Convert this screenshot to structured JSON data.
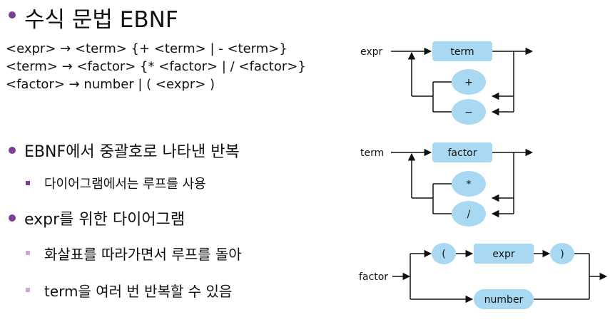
{
  "title": "수식 문법 EBNF",
  "grammar": [
    "<expr> → <term> {+ <term> | - <term>}",
    "<term> → <factor> {* <factor> | / <factor>}",
    "<factor> → number | ( <expr> )"
  ],
  "bullets": [
    {
      "text": "EBNF에서 중괄호로 나타낸 반복",
      "sub": [
        "다이어그램에서는 루프를 사용"
      ]
    },
    {
      "text": "expr를 위한 다이어그램",
      "sub": [
        "화살표를 따라가면서 루프를 돌아",
        "term을 여러 번 반복할 수 있음"
      ]
    }
  ],
  "diagrams": {
    "expr": {
      "label": "expr",
      "box": "term",
      "loop": [
        "+",
        "−"
      ]
    },
    "term": {
      "label": "term",
      "box": "factor",
      "loop": [
        "*",
        "/"
      ]
    },
    "factor": {
      "label": "factor",
      "path1": [
        "(",
        "expr",
        ")"
      ],
      "path2": "number"
    }
  },
  "colors": {
    "bullet": "#7b3f97",
    "bullet_light": "#c9a9d8",
    "node_fill": "#a9d9f2"
  }
}
